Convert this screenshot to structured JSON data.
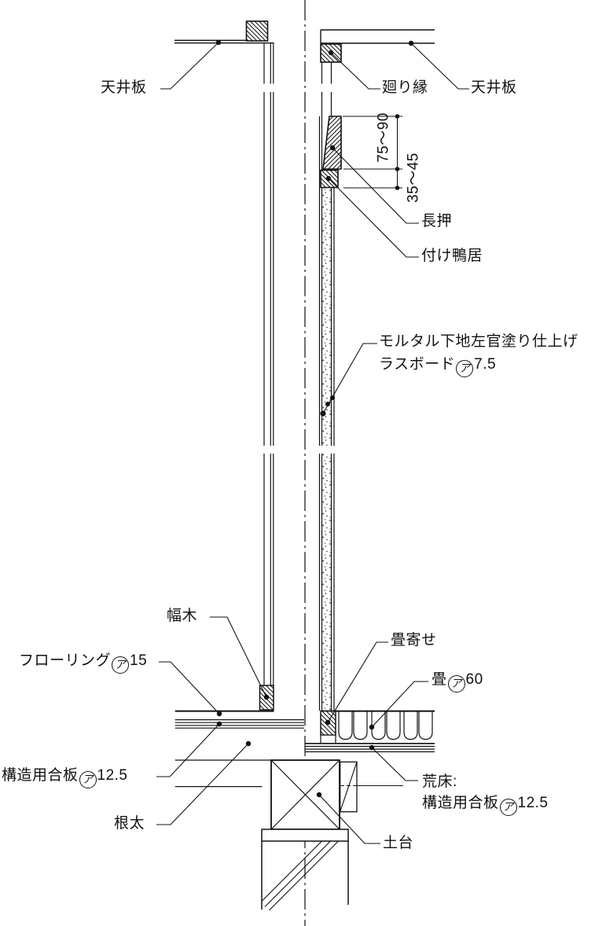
{
  "colors": {
    "ink": "#111111",
    "paper": "#ffffff"
  },
  "labels": {
    "ceiling_left": "天井板",
    "crown_molding": "廻り縁",
    "ceiling_right": "天井板",
    "dim_nageshi": "75〜90",
    "dim_kamoi": "35〜45",
    "nageshi": "長押",
    "tsuke_kamoi": "付け鴨居",
    "mortar_finish": "モルタル下地左官塗り仕上げ",
    "lath_board": {
      "pre": "ラスボード",
      "circled": "ア",
      "value": "7.5"
    },
    "baseboard": "幅木",
    "flooring": {
      "pre": "フローリング",
      "circled": "ア",
      "value": "15"
    },
    "tatami_yose": "畳寄せ",
    "tatami": {
      "pre": "畳",
      "circled": "ア",
      "value": "60"
    },
    "structural_plywood": {
      "pre": "構造用合板",
      "circled": "ア",
      "value": "12.5"
    },
    "joist": "根太",
    "rough_floor_title": "荒床:",
    "rough_floor_plywood": {
      "pre": "構造用合板",
      "circled": "ア",
      "value": "12.5"
    },
    "sill": "土台"
  }
}
